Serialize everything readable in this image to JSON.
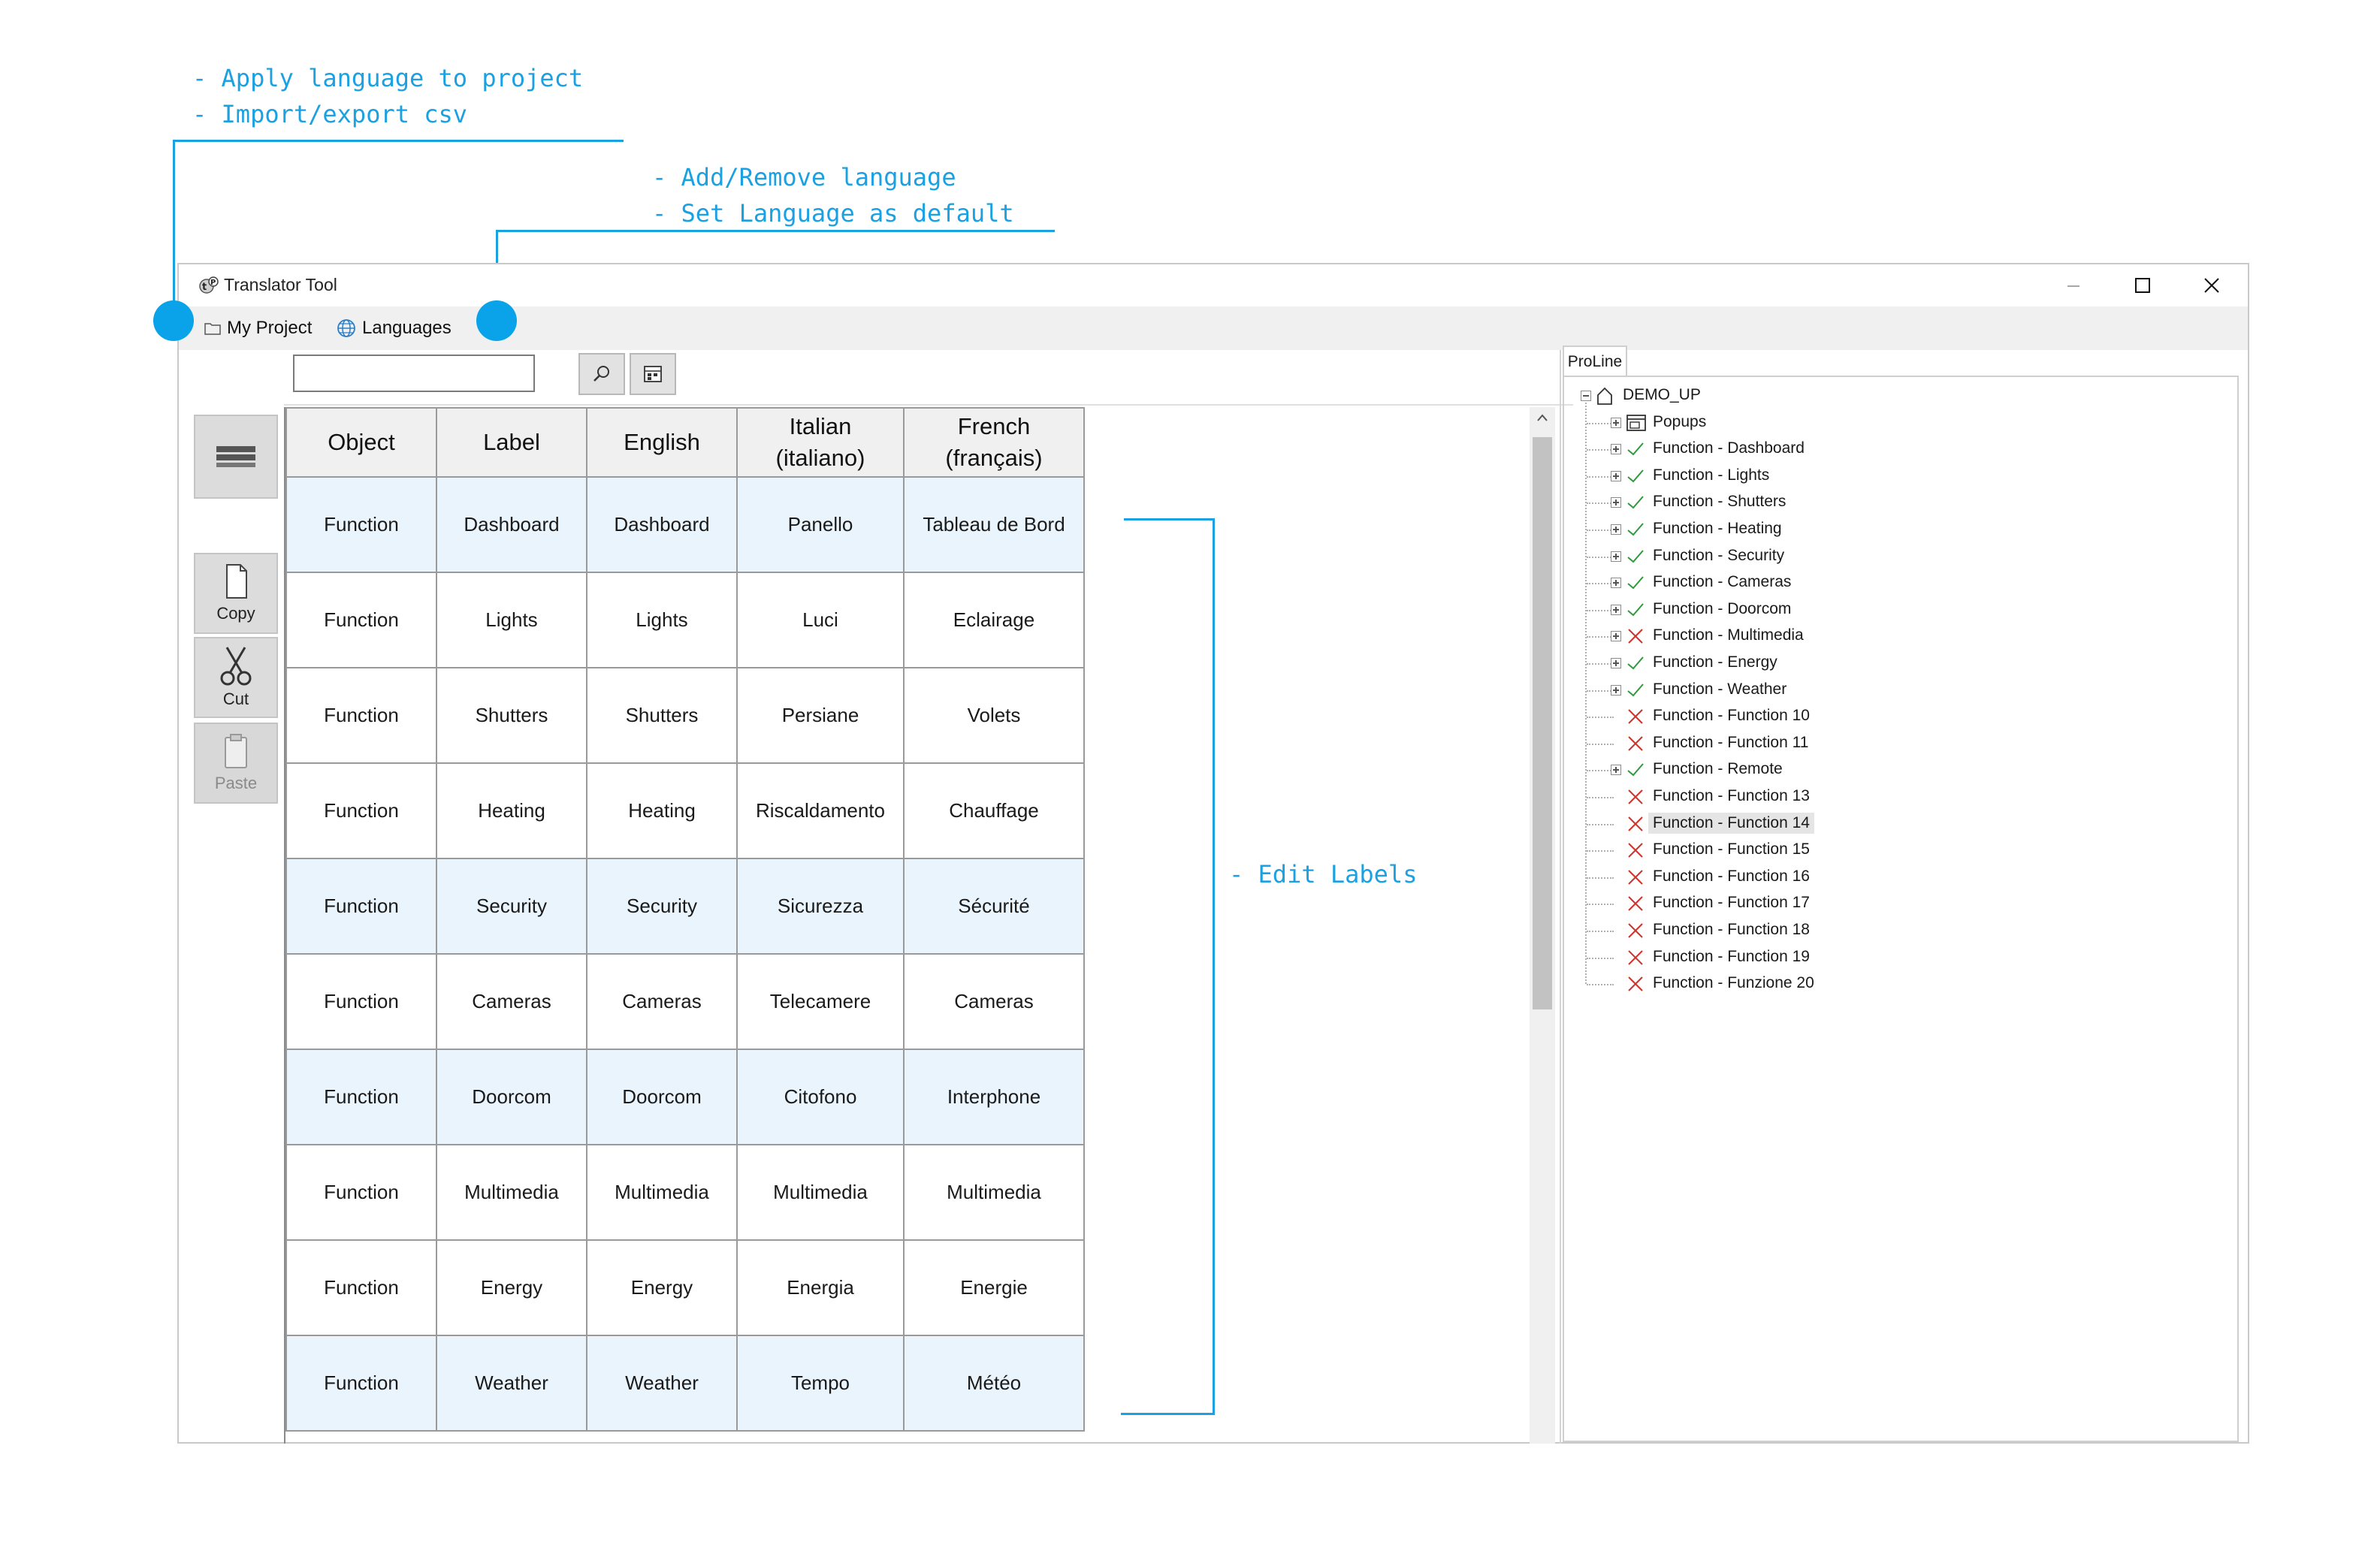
{
  "annotations": {
    "project_menu": [
      "- Apply language to project",
      "- Import/export csv"
    ],
    "languages_menu": [
      "- Add/Remove language",
      "- Set Language as default"
    ],
    "edit_labels": "- Edit Labels"
  },
  "window": {
    "title": "Translator Tool",
    "minimize": "–",
    "maximize": "☐",
    "close": "✕"
  },
  "menu": {
    "project": "My Project",
    "languages": "Languages"
  },
  "toolbar": {
    "search_value": "",
    "search_icon": "search-icon",
    "filter_icon": "filter-icon"
  },
  "side": {
    "copy": "Copy",
    "cut": "Cut",
    "paste": "Paste"
  },
  "table": {
    "headers": [
      "Object",
      "Label",
      "English",
      "Italian\n(italiano)",
      "French\n(français)"
    ],
    "rows": [
      [
        "Function",
        "Dashboard",
        "Dashboard",
        "Panello",
        "Tableau de Bord"
      ],
      [
        "Function",
        "Lights",
        "Lights",
        "Luci",
        "Eclairage"
      ],
      [
        "Function",
        "Shutters",
        "Shutters",
        "Persiane",
        "Volets"
      ],
      [
        "Function",
        "Heating",
        "Heating",
        "Riscaldamento",
        "Chauffage"
      ],
      [
        "Function",
        "Security",
        "Security",
        "Sicurezza",
        "Sécurité"
      ],
      [
        "Function",
        "Cameras",
        "Cameras",
        "Telecamere",
        "Cameras"
      ],
      [
        "Function",
        "Doorcom",
        "Doorcom",
        "Citofono",
        "Interphone"
      ],
      [
        "Function",
        "Multimedia",
        "Multimedia",
        "Multimedia",
        "Multimedia"
      ],
      [
        "Function",
        "Energy",
        "Energy",
        "Energia",
        "Energie"
      ],
      [
        "Function",
        "Weather",
        "Weather",
        "Tempo",
        "Météo"
      ]
    ]
  },
  "tree": {
    "tab": "ProLine",
    "root": "DEMO_UP",
    "items": [
      {
        "label": "Popups",
        "status": "none",
        "expandable": true
      },
      {
        "label": "Function - Dashboard",
        "status": "ok",
        "expandable": true
      },
      {
        "label": "Function - Lights",
        "status": "ok",
        "expandable": true
      },
      {
        "label": "Function - Shutters",
        "status": "ok",
        "expandable": true
      },
      {
        "label": "Function - Heating",
        "status": "ok",
        "expandable": true
      },
      {
        "label": "Function - Security",
        "status": "ok",
        "expandable": true
      },
      {
        "label": "Function - Cameras",
        "status": "ok",
        "expandable": true
      },
      {
        "label": "Function - Doorcom",
        "status": "ok",
        "expandable": true
      },
      {
        "label": "Function - Multimedia",
        "status": "err",
        "expandable": true
      },
      {
        "label": "Function - Energy",
        "status": "ok",
        "expandable": true
      },
      {
        "label": "Function - Weather",
        "status": "ok",
        "expandable": true
      },
      {
        "label": "Function - Function 10",
        "status": "err",
        "expandable": false
      },
      {
        "label": "Function - Function 11",
        "status": "err",
        "expandable": false
      },
      {
        "label": "Function - Remote",
        "status": "ok",
        "expandable": true
      },
      {
        "label": "Function - Function 13",
        "status": "err",
        "expandable": false
      },
      {
        "label": "Function - Function 14",
        "status": "err",
        "expandable": false,
        "selected": true
      },
      {
        "label": "Function - Function 15",
        "status": "err",
        "expandable": false
      },
      {
        "label": "Function - Function 16",
        "status": "err",
        "expandable": false
      },
      {
        "label": "Function - Function 17",
        "status": "err",
        "expandable": false
      },
      {
        "label": "Function - Function 18",
        "status": "err",
        "expandable": false
      },
      {
        "label": "Function - Function 19",
        "status": "err",
        "expandable": false
      },
      {
        "label": "Function - Funzione 20",
        "status": "err",
        "expandable": false
      }
    ]
  },
  "colors": {
    "annotation": "#1ba1e2",
    "ok": "#2e9a3b",
    "err": "#d0342c",
    "row_alt": "#eaf4fc"
  }
}
